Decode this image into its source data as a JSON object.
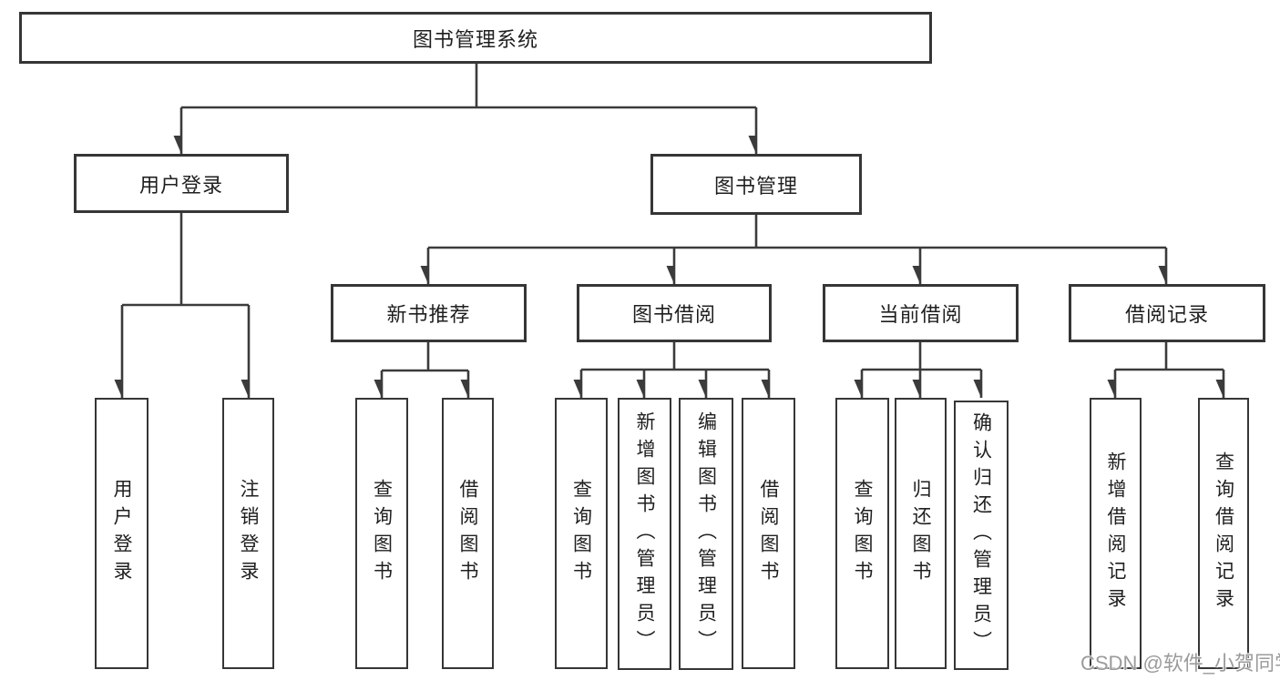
{
  "diagram_title": "图书管理系统",
  "tree": {
    "label": "图书管理系统",
    "children": [
      {
        "label": "用户登录",
        "children": [
          {
            "label": "用户登录"
          },
          {
            "label": "注销登录"
          }
        ]
      },
      {
        "label": "图书管理",
        "children": [
          {
            "label": "新书推荐",
            "children": [
              {
                "label": "查询图书"
              },
              {
                "label": "借阅图书"
              }
            ]
          },
          {
            "label": "图书借阅",
            "children": [
              {
                "label": "查询图书"
              },
              {
                "label": "新增图书（管理员）"
              },
              {
                "label": "编辑图书（管理员）"
              },
              {
                "label": "借阅图书"
              }
            ]
          },
          {
            "label": "当前借阅",
            "children": [
              {
                "label": "查询图书"
              },
              {
                "label": "归还图书"
              },
              {
                "label": "确认归还（管理员）"
              }
            ]
          },
          {
            "label": "借阅记录",
            "children": [
              {
                "label": "新增借阅记录"
              },
              {
                "label": "查询借阅记录"
              }
            ]
          }
        ]
      }
    ]
  },
  "watermark": {
    "text": "CSDN @软件_小贺同学"
  },
  "colors": {
    "line": "#3b3b3b",
    "border": "#363636",
    "text": "#1f1f1f",
    "watermark": "#9b9b9b"
  }
}
